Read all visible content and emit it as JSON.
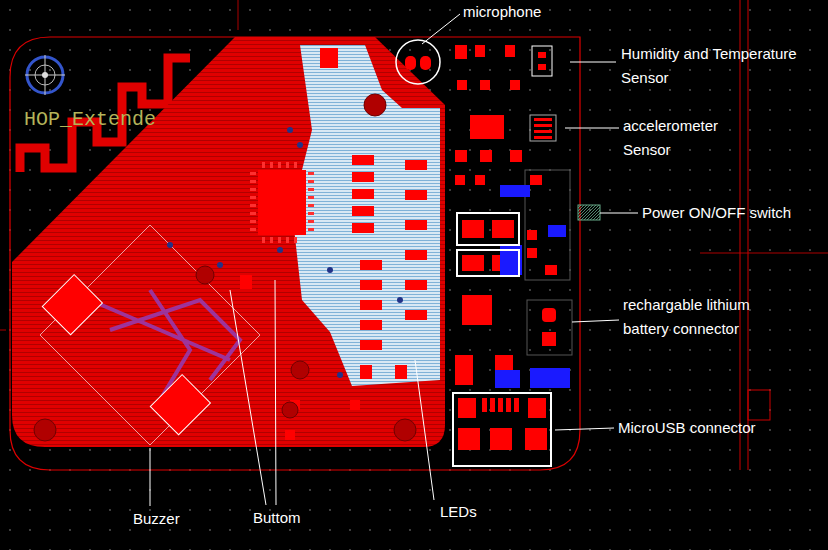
{
  "diagram": {
    "labels": [
      "microphone",
      "Humidity and Temperature Sensor",
      "accelerometer Sensor",
      "Power ON/OFF switch",
      "rechargable lithium battery connector",
      "MicroUSB connector",
      "Buzzer",
      "Buttom",
      "LEDs",
      "HOP_Extende"
    ]
  }
}
